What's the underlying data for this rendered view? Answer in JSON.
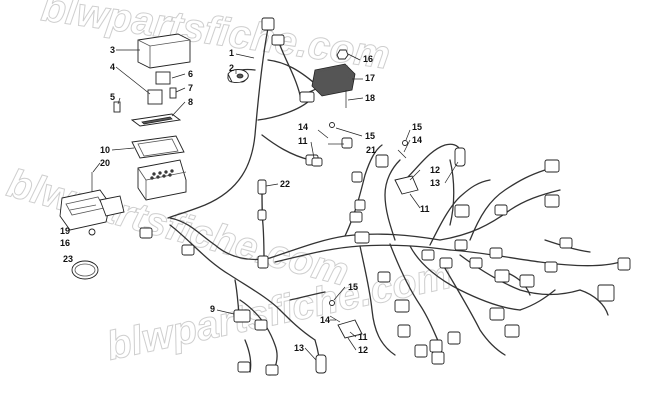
{
  "watermark": {
    "text": "blwpartsfiche.com"
  },
  "callouts": [
    {
      "id": "c1",
      "label": "1"
    },
    {
      "id": "c2",
      "label": "2"
    },
    {
      "id": "c3",
      "label": "3"
    },
    {
      "id": "c4",
      "label": "4"
    },
    {
      "id": "c5",
      "label": "5"
    },
    {
      "id": "c6",
      "label": "6"
    },
    {
      "id": "c7",
      "label": "7"
    },
    {
      "id": "c8",
      "label": "8"
    },
    {
      "id": "c10",
      "label": "10"
    },
    {
      "id": "c20",
      "label": "20"
    },
    {
      "id": "c19",
      "label": "19"
    },
    {
      "id": "c16a",
      "label": "16"
    },
    {
      "id": "c23",
      "label": "23"
    },
    {
      "id": "c16b",
      "label": "16"
    },
    {
      "id": "c17",
      "label": "17"
    },
    {
      "id": "c18",
      "label": "18"
    },
    {
      "id": "c14a",
      "label": "14"
    },
    {
      "id": "c15a",
      "label": "15"
    },
    {
      "id": "c11a",
      "label": "11"
    },
    {
      "id": "c21",
      "label": "21"
    },
    {
      "id": "c22",
      "label": "22"
    },
    {
      "id": "c15b",
      "label": "15"
    },
    {
      "id": "c14b",
      "label": "14"
    },
    {
      "id": "c12a",
      "label": "12"
    },
    {
      "id": "c13a",
      "label": "13"
    },
    {
      "id": "c11b",
      "label": "11"
    },
    {
      "id": "c9",
      "label": "9"
    },
    {
      "id": "c15c",
      "label": "15"
    },
    {
      "id": "c14c",
      "label": "14"
    },
    {
      "id": "c11c",
      "label": "11"
    },
    {
      "id": "c12b",
      "label": "12"
    },
    {
      "id": "c13b",
      "label": "13"
    }
  ]
}
